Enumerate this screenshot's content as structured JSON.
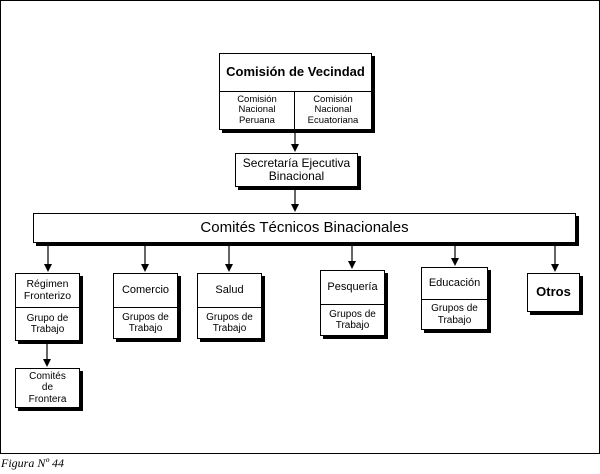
{
  "commission": {
    "title": "Comisión de Vecindad",
    "peru": "Comisión\nNacional\nPeruana",
    "ecuador": "Comisión\nNacional\nEcuatoriana"
  },
  "secretariat": "Secretaría Ejecutiva\nBinacional",
  "committees": "Comités Técnicos Binacionales",
  "areas": {
    "regimen": {
      "title": "Régimen\nFronterizo",
      "sub": "Grupo de\nTrabajo"
    },
    "frontera": "Comités\nde\nFrontera",
    "comercio": {
      "title": "Comercio",
      "sub": "Grupos de\nTrabajo"
    },
    "salud": {
      "title": "Salud",
      "sub": "Grupos de\nTrabajo"
    },
    "pesqueria": {
      "title": "Pesquería",
      "sub": "Grupos de\nTrabajo"
    },
    "educacion": {
      "title": "Educación",
      "sub": "Grupos de\nTrabajo"
    },
    "otros": "Otros"
  },
  "caption": "Figura Nº 44"
}
